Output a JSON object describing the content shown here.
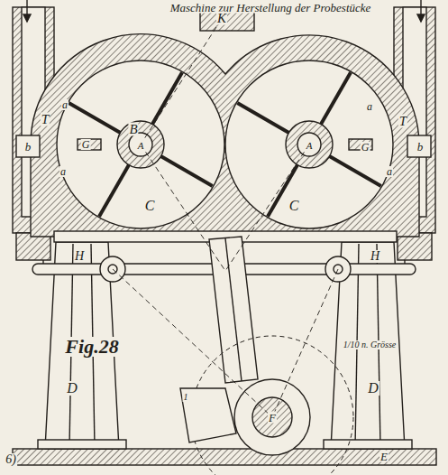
{
  "diagram": {
    "title": "Maschine zur Herstellung der Probestücke",
    "labels": [
      "K",
      "B",
      "T",
      "T",
      "a",
      "a",
      "a",
      "a",
      "b",
      "b",
      "G",
      "G",
      "A",
      "A",
      "C",
      "C",
      "H",
      "H",
      "D",
      "D",
      "1",
      "F",
      "E",
      "Fig.28",
      "1/10 n. Grösse",
      "6)"
    ]
  }
}
